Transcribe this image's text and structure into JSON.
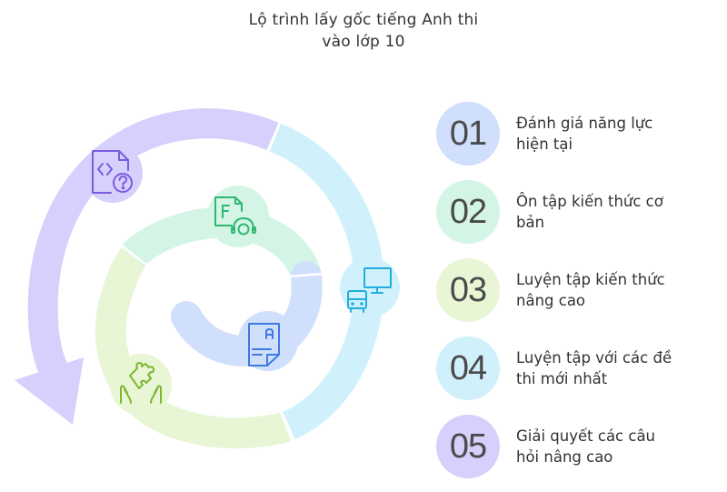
{
  "title": {
    "line1": "Lộ trình lấy gốc tiếng Anh thi",
    "line2": "vào lớp 10"
  },
  "colors": {
    "purple": "#D6D0FC",
    "cyan": "#D0F1FC",
    "lime": "#E9F6D6",
    "mint": "#D4F5E6",
    "blue": "#D0DFFC",
    "icon_purple": "#7B5BE0",
    "icon_cyan": "#1FAEE0",
    "icon_lime": "#7CB82F",
    "icon_mint": "#2EB871",
    "icon_blue": "#3F7AE0"
  },
  "spiral": {
    "segments": [
      {
        "name": "purple-arrow",
        "icon": "code-file-question-icon",
        "step": "05"
      },
      {
        "name": "cyan",
        "icon": "bus-monitor-icon",
        "step": "04"
      },
      {
        "name": "lime",
        "icon": "hands-puzzle-icon",
        "step": "03"
      },
      {
        "name": "mint",
        "icon": "file-f-headset-icon",
        "step": "02"
      },
      {
        "name": "blue",
        "icon": "document-a-icon",
        "step": "01"
      }
    ]
  },
  "steps": [
    {
      "number": "01",
      "line1": "Đánh giá năng lực",
      "line2": "hiện tại",
      "color": "#D0DFFC"
    },
    {
      "number": "02",
      "line1": "Ôn tập kiến thức cơ",
      "line2": "bản",
      "color": "#D4F5E6"
    },
    {
      "number": "03",
      "line1": "Luyện tập kiến thức",
      "line2": "nâng cao",
      "color": "#E9F6D6"
    },
    {
      "number": "04",
      "line1": "Luyện tập với các đề",
      "line2": "thi mới nhất",
      "color": "#D0F1FC"
    },
    {
      "number": "05",
      "line1": "Giải quyết các câu",
      "line2": "hỏi nâng cao",
      "color": "#D6D0FC"
    }
  ]
}
